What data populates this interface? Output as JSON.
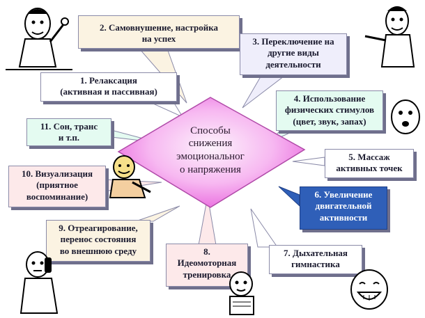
{
  "center": {
    "lines": [
      "Способы",
      "снижения",
      "эмоциональног",
      "о напряжения"
    ]
  },
  "items": [
    {
      "lines": [
        "2.  Самовнушение, настройка",
        "на успех"
      ]
    },
    {
      "lines": [
        "3. Переключение на",
        "другие виды",
        "деятельности"
      ]
    },
    {
      "lines": [
        "1. Релаксация",
        "(активная и пассивная)"
      ]
    },
    {
      "lines": [
        "4.  Использование",
        "физических стимулов",
        "(цвет, звук, запах)"
      ]
    },
    {
      "lines": [
        "11.  Сон, транс",
        "и т.п."
      ]
    },
    {
      "lines": [
        "5.  Массаж",
        "активных точек"
      ]
    },
    {
      "lines": [
        "10. Визуализация",
        "(приятное",
        "воспоминание)"
      ]
    },
    {
      "lines": [
        "6. Увеличение",
        "двигательной",
        "активности"
      ]
    },
    {
      "lines": [
        "9. Отреагирование,",
        "перенос состояния",
        "во внешнюю среду"
      ]
    },
    {
      "lines": [
        "8.",
        "Идеомоторная",
        "тренировка"
      ]
    },
    {
      "lines": [
        "7.  Дыхательная",
        "гимнастика"
      ]
    }
  ],
  "colors": {
    "center_fill": "#f06fe6",
    "box_shadow": "#6f6f8c",
    "highlight_box": "#2f5fb8"
  }
}
